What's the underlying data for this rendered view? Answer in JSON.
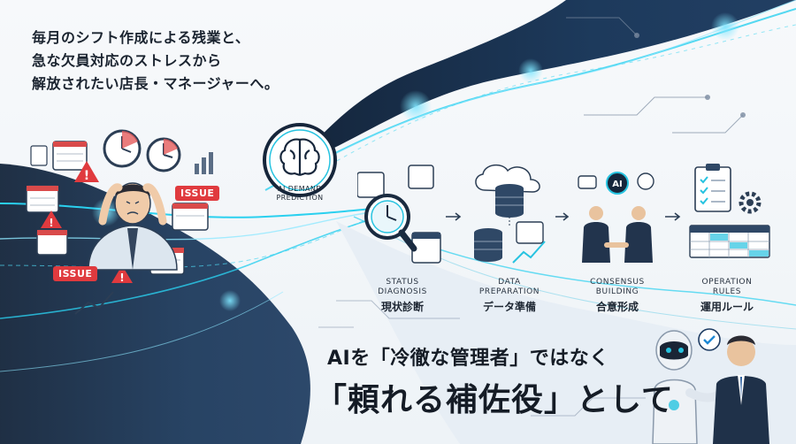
{
  "headline": {
    "line1": "毎月のシフト作成による残業と、",
    "line2": "急な欠員対応のストレスから",
    "line3": "解放されたい店長・マネージャーへ。"
  },
  "badges": {
    "issue_a": "ISSUE",
    "issue_b": "ISSUE"
  },
  "ai_node": {
    "label": "AI DEMAND\nPREDICTION",
    "badge": "AI"
  },
  "steps": [
    {
      "en": "STATUS\nDIAGNOSIS",
      "jp": "現状診断"
    },
    {
      "en": "DATA\nPREPARATION",
      "jp": "データ準備"
    },
    {
      "en": "CONSENSUS\nBUILDING",
      "jp": "合意形成"
    },
    {
      "en": "OPERATION\nRULES",
      "jp": "運用ルール"
    }
  ],
  "tagline": {
    "line1": "AIを「冷徹な管理者」ではなく",
    "line2": "「頼れる補佐役」として"
  },
  "colors": {
    "accent": "#27c3e0",
    "navy": "#15263d",
    "alert": "#e03a3e",
    "text": "#1b2430"
  }
}
